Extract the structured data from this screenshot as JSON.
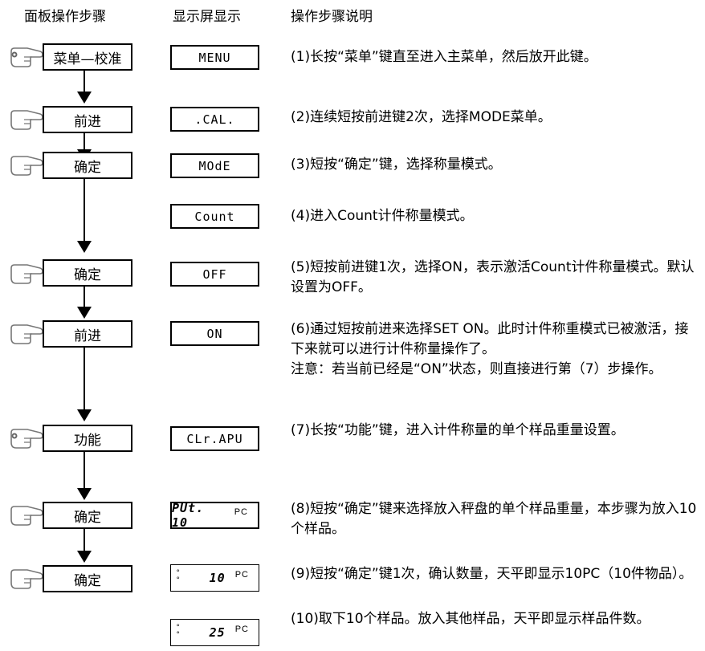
{
  "headers": {
    "panel": "面板操作步骤",
    "display": "显示屏显示",
    "description": "操作步骤说明"
  },
  "steps": [
    {
      "button": "菜单—校准",
      "display": "MENU",
      "press": "long",
      "desc": "(1)长按“菜单”键直至进入主菜单，然后放开此键。"
    },
    {
      "button": "前进",
      "display": ".CAL.",
      "press": "short",
      "desc": "(2)连续短按前进键2次，选择MODE菜单。"
    },
    {
      "button": "确定",
      "display": "MOdE",
      "press": "short",
      "desc": "(3)短按“确定”键，选择称量模式。"
    },
    {
      "button": "",
      "display": "Count",
      "press": "",
      "desc": "(4)进入Count计件称量模式。"
    },
    {
      "button": "确定",
      "display": "OFF",
      "press": "short",
      "desc": "(5)短按前进键1次，选择ON，表示激活Count计件称量模式。默认设置为OFF。"
    },
    {
      "button": "前进",
      "display": "ON",
      "press": "short",
      "desc": "(6)通过短按前进来选择SET ON。此时计件称重模式已被激活，接下来就可以进行计件称量操作了。",
      "note": "注意：若当前已经是“ON”状态，则直接进行第（7）步操作。"
    },
    {
      "button": "功能",
      "display": "CLr.APU",
      "press": "long",
      "desc": "(7)长按“功能”键，进入计件称量的单个样品重量设置。"
    },
    {
      "button": "确定",
      "display": "PUt. 10",
      "unit": "PC",
      "press": "short",
      "desc": "(8)短按“确定”键来选择放入秤盘的单个样品重量，本步骤为放入10个样品。"
    },
    {
      "button": "确定",
      "display": "10",
      "unit": "PC",
      "press": "short",
      "desc": "(9)短按“确定”键1次，确认数量，天平即显示10PC（10件物品）。"
    },
    {
      "button": "",
      "display": "25",
      "unit": "PC",
      "press": "",
      "desc": "(10)取下10个样品。放入其他样品，天平即显示样品件数。"
    }
  ],
  "icons": {
    "short_press": "hand-pointer-icon",
    "long_press": "hand-pointer-pressed-icon"
  }
}
